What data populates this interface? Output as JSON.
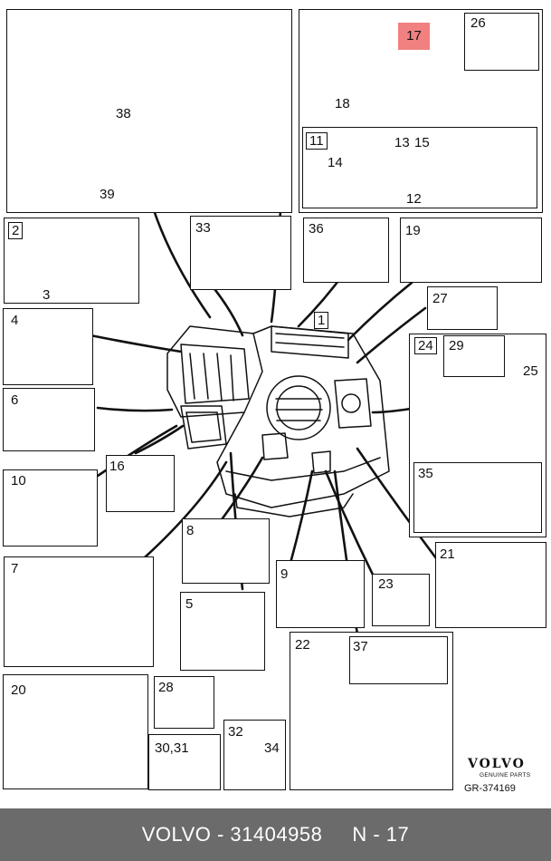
{
  "diagram": {
    "callouts": {
      "c38": "38",
      "c39": "39",
      "c17": "17",
      "c18": "18",
      "c26": "26",
      "c11": "11",
      "c13": "13",
      "c15": "15",
      "c14": "14",
      "c12": "12",
      "c2": "2",
      "c3": "3",
      "c33": "33",
      "c36": "36",
      "c19": "19",
      "c4": "4",
      "c1": "1",
      "c27": "27",
      "c24": "24",
      "c29": "29",
      "c25": "25",
      "c6": "6",
      "c35": "35",
      "c10": "10",
      "c16": "16",
      "c7": "7",
      "c8": "8",
      "c9": "9",
      "c23": "23",
      "c21": "21",
      "c5": "5",
      "c22": "22",
      "c37": "37",
      "c20": "20",
      "c28": "28",
      "c30_31": "30,31",
      "c32": "32",
      "c34": "34"
    },
    "highlight_color": "#f18080",
    "brand": {
      "logo": "VOLVO",
      "tagline": "GENUINE PARTS",
      "drawing_number": "GR-374169"
    }
  },
  "footer": {
    "text": "VOLVO - 31404958     N - 17",
    "background": "#6b6b6b"
  }
}
